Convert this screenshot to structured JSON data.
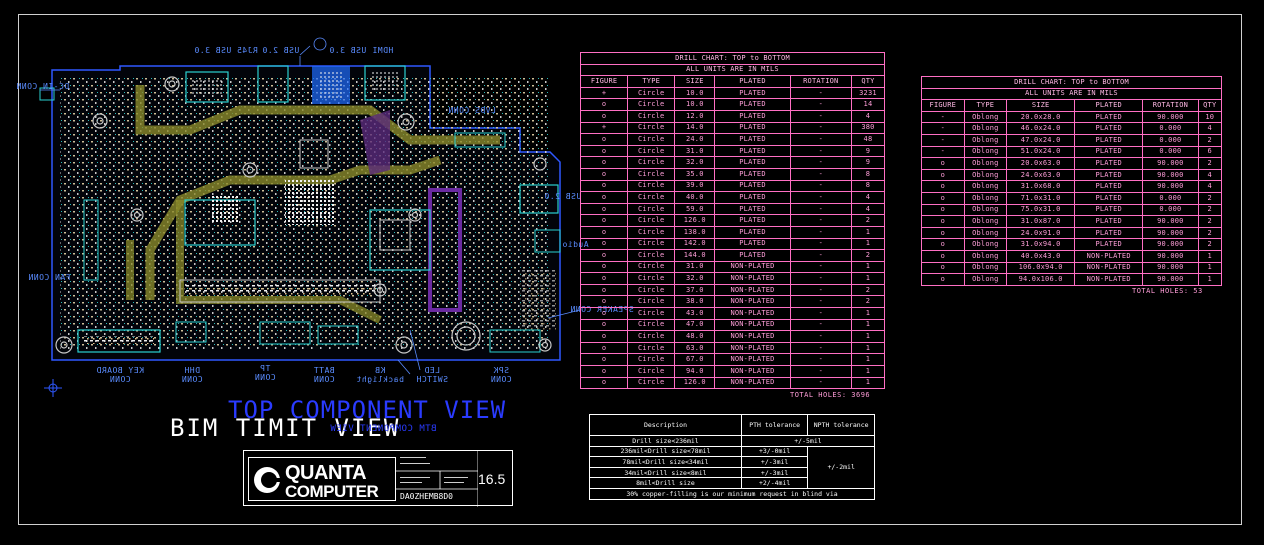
{
  "board_labels": {
    "dc_in": "DC-IN CONN",
    "usb30_rj45": "RJ45  USB 3.0",
    "usb20": "USB 2.0",
    "usb30": "USB 3.0",
    "hdmi": "HDMI",
    "lvds": "LVDS CONN",
    "fan": "FAN CONN",
    "usb_side": "USB 2.0",
    "audio": "Audio",
    "speaker_side": "SPEAKER CONN",
    "keyboard": "KEY BOARD CONN",
    "dhh": "DHH CONN",
    "tp": "TP CONN",
    "batt": "BATT CONN",
    "kb_backlight": "KB backlight",
    "led_switch": "LED SWITCH",
    "spk": "SPK CONN"
  },
  "titles": {
    "component_view": "TOP COMPONENT VIEW",
    "mirrored": "BIM TIMIT VIEW",
    "mirrored_sub": "BTM COMPONENT VIEW"
  },
  "table1": {
    "title": "DRILL CHART: TOP to BOTTOM",
    "subtitle": "ALL UNITS ARE IN MILS",
    "headers": [
      "FIGURE",
      "TYPE",
      "SIZE",
      "PLATED",
      "ROTATION",
      "QTY"
    ],
    "rows": [
      [
        "+",
        "Circle",
        "10.0",
        "PLATED",
        "-",
        "3231"
      ],
      [
        "o",
        "Circle",
        "10.0",
        "PLATED",
        "-",
        "14"
      ],
      [
        "o",
        "Circle",
        "12.0",
        "PLATED",
        "-",
        "4"
      ],
      [
        "+",
        "Circle",
        "14.0",
        "PLATED",
        "-",
        "380"
      ],
      [
        "o",
        "Circle",
        "24.0",
        "PLATED",
        "-",
        "48"
      ],
      [
        "o",
        "Circle",
        "31.0",
        "PLATED",
        "-",
        "9"
      ],
      [
        "o",
        "Circle",
        "32.0",
        "PLATED",
        "-",
        "9"
      ],
      [
        "o",
        "Circle",
        "35.0",
        "PLATED",
        "-",
        "8"
      ],
      [
        "o",
        "Circle",
        "39.0",
        "PLATED",
        "-",
        "8"
      ],
      [
        "o",
        "Circle",
        "40.0",
        "PLATED",
        "-",
        "4"
      ],
      [
        "o",
        "Circle",
        "59.0",
        "PLATED",
        "-",
        "4"
      ],
      [
        "o",
        "Circle",
        "126.0",
        "PLATED",
        "-",
        "2"
      ],
      [
        "o",
        "Circle",
        "138.0",
        "PLATED",
        "-",
        "1"
      ],
      [
        "o",
        "Circle",
        "142.0",
        "PLATED",
        "-",
        "1"
      ],
      [
        "o",
        "Circle",
        "144.0",
        "PLATED",
        "-",
        "2"
      ],
      [
        "o",
        "Circle",
        "31.0",
        "NON-PLATED",
        "-",
        "1"
      ],
      [
        "o",
        "Circle",
        "32.0",
        "NON-PLATED",
        "-",
        "1"
      ],
      [
        "o",
        "Circle",
        "37.0",
        "NON-PLATED",
        "-",
        "2"
      ],
      [
        "o",
        "Circle",
        "38.0",
        "NON-PLATED",
        "-",
        "2"
      ],
      [
        "o",
        "Circle",
        "43.0",
        "NON-PLATED",
        "-",
        "1"
      ],
      [
        "o",
        "Circle",
        "47.0",
        "NON-PLATED",
        "-",
        "1"
      ],
      [
        "o",
        "Circle",
        "48.0",
        "NON-PLATED",
        "-",
        "1"
      ],
      [
        "o",
        "Circle",
        "63.0",
        "NON-PLATED",
        "-",
        "1"
      ],
      [
        "o",
        "Circle",
        "67.0",
        "NON-PLATED",
        "-",
        "1"
      ],
      [
        "o",
        "Circle",
        "94.0",
        "NON-PLATED",
        "-",
        "1"
      ],
      [
        "o",
        "Circle",
        "126.0",
        "NON-PLATED",
        "-",
        "1"
      ]
    ],
    "total": "TOTAL HOLES:  3696"
  },
  "table2": {
    "title": "DRILL CHART: TOP to BOTTOM",
    "subtitle": "ALL UNITS ARE IN MILS",
    "headers": [
      "FIGURE",
      "TYPE",
      "SIZE",
      "PLATED",
      "ROTATION",
      "QTY"
    ],
    "rows": [
      [
        "-",
        "Oblong",
        "20.0x28.0",
        "PLATED",
        "90.000",
        "10"
      ],
      [
        "-",
        "Oblong",
        "46.0x24.0",
        "PLATED",
        "0.000",
        "4"
      ],
      [
        "-",
        "Oblong",
        "47.0x24.0",
        "PLATED",
        "0.000",
        "2"
      ],
      [
        "-",
        "Oblong",
        "51.0x24.0",
        "PLATED",
        "0.000",
        "6"
      ],
      [
        "o",
        "Oblong",
        "20.0x63.0",
        "PLATED",
        "90.000",
        "2"
      ],
      [
        "o",
        "Oblong",
        "24.0x63.0",
        "PLATED",
        "90.000",
        "4"
      ],
      [
        "o",
        "Oblong",
        "31.0x68.0",
        "PLATED",
        "90.000",
        "4"
      ],
      [
        "o",
        "Oblong",
        "71.0x31.0",
        "PLATED",
        "0.000",
        "2"
      ],
      [
        "o",
        "Oblong",
        "75.0x31.0",
        "PLATED",
        "0.000",
        "2"
      ],
      [
        "o",
        "Oblong",
        "31.0x87.0",
        "PLATED",
        "90.000",
        "2"
      ],
      [
        "o",
        "Oblong",
        "24.0x91.0",
        "PLATED",
        "90.000",
        "2"
      ],
      [
        "o",
        "Oblong",
        "31.0x94.0",
        "PLATED",
        "90.000",
        "2"
      ],
      [
        "o",
        "Oblong",
        "40.0x43.0",
        "NON-PLATED",
        "90.000",
        "1"
      ],
      [
        "o",
        "Oblong",
        "106.0x94.0",
        "NON-PLATED",
        "90.000",
        "1"
      ],
      [
        "o",
        "Oblong",
        "94.0x106.0",
        "NON-PLATED",
        "90.000",
        "1"
      ]
    ],
    "total": "TOTAL HOLES:  53"
  },
  "tolerance": {
    "headers": [
      "Description",
      "PTH tolerance",
      "NPTH tolerance"
    ],
    "rows": [
      [
        "Drill size<236mil",
        "+/-5mil",
        ""
      ],
      [
        "236mil<Drill size<78mil",
        "+3/-0mil",
        "+/-2mil"
      ],
      [
        "78mil<Drill size<34mil",
        "+/-3mil",
        ""
      ],
      [
        "34mil<Drill size<8mil",
        "+/-3mil",
        ""
      ],
      [
        "8mil<Drill size",
        "+2/-4mil",
        ""
      ]
    ],
    "footer": "30% copper-filling is our minimum request in blind via"
  },
  "title_block": {
    "company_line1": "QUANTA",
    "company_line2": "COMPUTER",
    "version": "16.5",
    "part_number": "DA0ZHEMB8D0"
  }
}
